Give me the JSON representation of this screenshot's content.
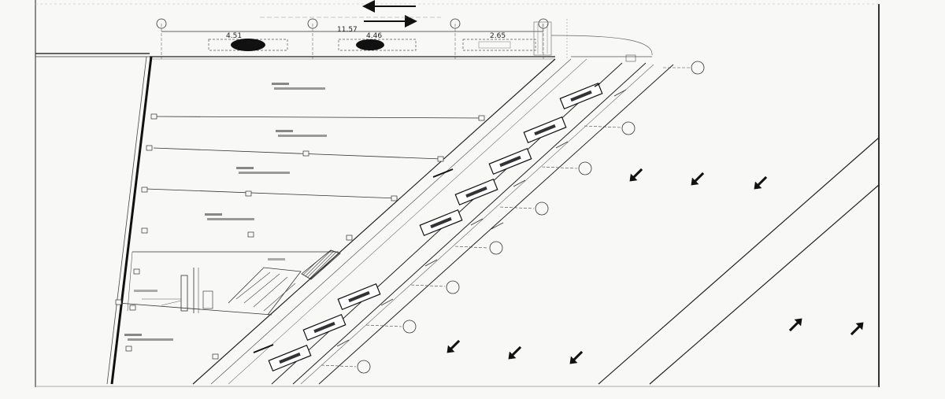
{
  "dimensions": {
    "d1": "4.51",
    "d2": "11.57",
    "d3": "4.46",
    "d4": "2.65"
  },
  "colors": {
    "line": "#2a2a2a",
    "light_line": "#8a8a8a",
    "paper": "#f8f8f6"
  },
  "icons": {
    "direction_arrows": "arrow-icon",
    "column_markers": "circle-marker-icon"
  }
}
